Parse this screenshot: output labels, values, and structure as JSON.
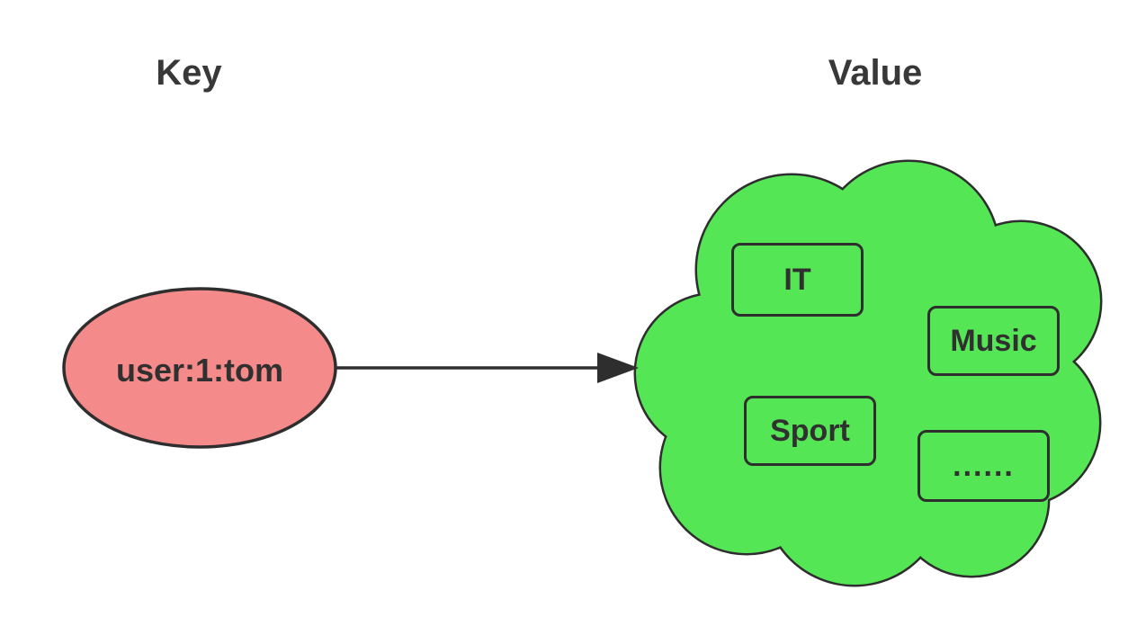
{
  "diagram": {
    "title_left": "Key",
    "title_right": "Value",
    "key": {
      "shape": "ellipse",
      "label": "user:1:tom",
      "fill": "#F48A8A"
    },
    "arrow": {
      "direction": "key-to-value",
      "color": "#2e2e2e"
    },
    "value": {
      "shape": "cloud",
      "fill": "#55E655",
      "items": [
        {
          "label": "IT"
        },
        {
          "label": "Music"
        },
        {
          "label": "Sport"
        },
        {
          "label": "......"
        }
      ]
    }
  }
}
